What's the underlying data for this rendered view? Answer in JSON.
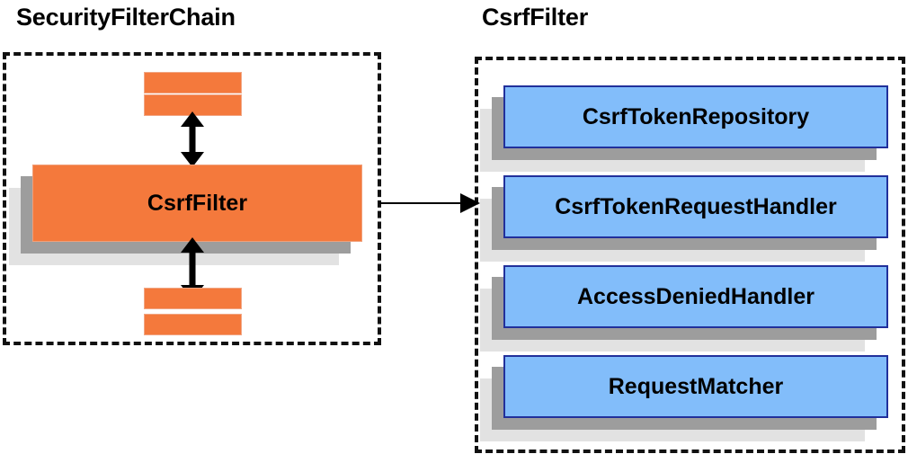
{
  "diagram": {
    "title_left": "SecurityFilterChain",
    "title_right": "CsrfFilter",
    "colors": {
      "orange_fill": "#f4793c",
      "orange_border": "#f1a684",
      "blue_fill": "#82bdfa",
      "blue_border": "#21309b",
      "shadow_mid": "#9d9d9d",
      "shadow_back": "#e2e2e2",
      "outline": "#111111",
      "text": "#000000"
    }
  },
  "left_panel": {
    "title": "SecurityFilterChain",
    "filter_box": {
      "label": "CsrfFilter"
    },
    "bars": [
      {
        "name": "upper-filter-bar-1"
      },
      {
        "name": "upper-filter-bar-2"
      },
      {
        "name": "lower-filter-bar-1"
      },
      {
        "name": "lower-filter-bar-2"
      }
    ],
    "arrows": [
      {
        "name": "arrow-up-down-above-csrffilter",
        "direction": "both"
      },
      {
        "name": "arrow-up-down-below-csrffilter",
        "direction": "both"
      }
    ]
  },
  "right_panel": {
    "title": "CsrfFilter",
    "components": [
      {
        "label": "CsrfTokenRepository"
      },
      {
        "label": "CsrfTokenRequestHandler"
      },
      {
        "label": "AccessDeniedHandler"
      },
      {
        "label": "RequestMatcher"
      }
    ]
  },
  "connector": {
    "name": "securityfilterchain-to-csrffilter-arrow",
    "direction": "right"
  }
}
